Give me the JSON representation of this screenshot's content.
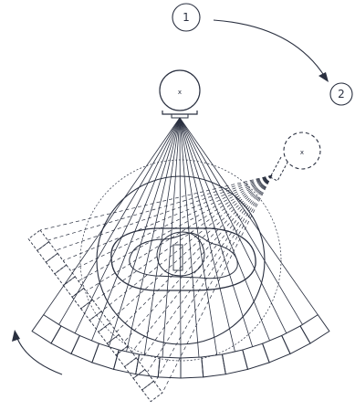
{
  "positions": [
    {
      "label": "1"
    },
    {
      "label": "2"
    }
  ],
  "source_marks": {
    "solid": "x",
    "dashed": "x"
  },
  "colors": {
    "ink": "#2a3040",
    "background": "#ffffff"
  }
}
